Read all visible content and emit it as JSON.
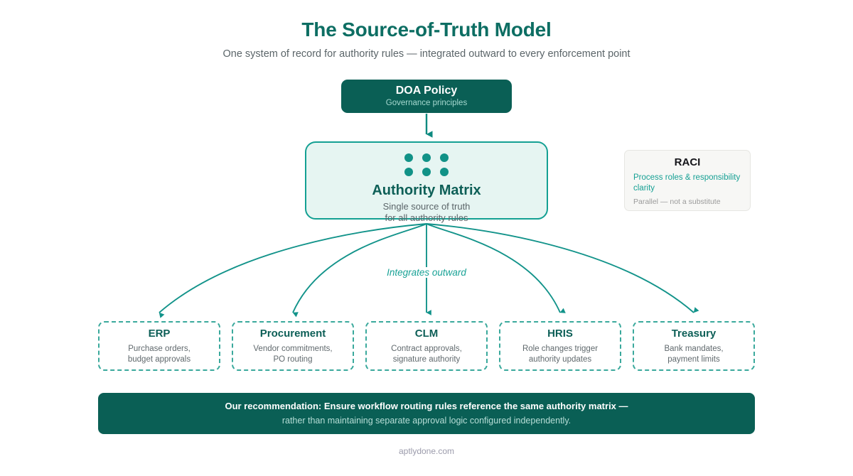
{
  "header": {
    "title": "The Source-of-Truth Model",
    "subtitle": "One system of record for authority rules — integrated outward to every enforcement point",
    "title_color": "#0d6e63"
  },
  "doa_policy": {
    "title": "DOA Policy",
    "subtitle": "Governance principles",
    "bg_color": "#0a5f55"
  },
  "authority_matrix": {
    "icon": "six-dots-grid-icon",
    "title": "Authority Matrix",
    "subtitle_line1": "Single source of truth",
    "subtitle_line2": "for all authority rules",
    "bg_color": "#e6f5f2",
    "border_color": "#14a093"
  },
  "raci": {
    "title": "RACI",
    "body": "Process roles & responsibility clarity",
    "note": "Parallel — not a substitute",
    "body_color": "#16a094"
  },
  "flow": {
    "label": "Integrates outward",
    "label_color": "#19a296",
    "arrow_color": "#12938a"
  },
  "systems": [
    {
      "title": "ERP",
      "sub_line1": "Purchase orders,",
      "sub_line2": "budget approvals"
    },
    {
      "title": "Procurement",
      "sub_line1": "Vendor commitments,",
      "sub_line2": "PO routing"
    },
    {
      "title": "CLM",
      "sub_line1": "Contract approvals,",
      "sub_line2": "signature authority"
    },
    {
      "title": "HRIS",
      "sub_line1": "Role changes trigger",
      "sub_line2": "authority updates"
    },
    {
      "title": "Treasury",
      "sub_line1": "Bank mandates,",
      "sub_line2": "payment limits"
    }
  ],
  "recommendation": {
    "main": "Our recommendation: Ensure workflow routing rules reference the same authority matrix —",
    "sub": "rather than maintaining separate approval logic configured independently.",
    "bg_color": "#0a5f55"
  },
  "footer": {
    "brand": "aptlydone.com"
  }
}
